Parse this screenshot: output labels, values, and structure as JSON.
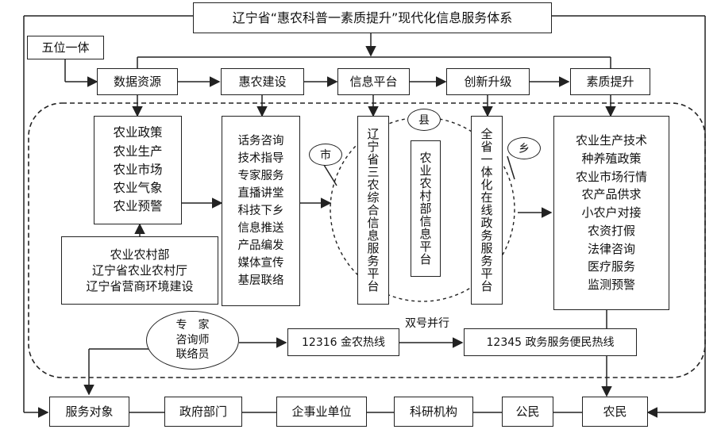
{
  "title": "辽宁省“惠农科普一素质提升”现代化信息服务体系",
  "five_in_one": "五位一体",
  "stages": [
    "数据资源",
    "惠农建设",
    "信息平台",
    "创新升级",
    "素质提升"
  ],
  "data_resources": [
    "农业政策",
    "农业生产",
    "农业市场",
    "农业气象",
    "农业预警"
  ],
  "sources": [
    "农业农村部",
    "辽宁省农业农村厅",
    "辽宁省营商环境建设"
  ],
  "construction_items": [
    "话务咨询",
    "技术指导",
    "专家服务",
    "直播讲堂",
    "科技下乡",
    "信息推送",
    "产品编发",
    "媒体宣传",
    "基层联络"
  ],
  "levels": {
    "city": "市",
    "county": "县",
    "township": "乡"
  },
  "platforms": [
    "辽宁省三农综合信息服务平台",
    "农业农村部信息平台",
    "全省一体化在线政务服务平台"
  ],
  "quality_items": [
    "农业生产技术",
    "种养殖政策",
    "农业市场行情",
    "农产品供求",
    "小农户对接",
    "农资打假",
    "法律咨询",
    "医疗服务",
    "监测预警"
  ],
  "experts": [
    "专　家",
    "咨询师",
    "联络员"
  ],
  "dual_line_label": "双号并行",
  "hotlines": [
    "12316 金农热线",
    "12345 政务服务便民热线"
  ],
  "targets": [
    "服务对象",
    "政府部门",
    "企事业单位",
    "科研机构",
    "公民",
    "农民"
  ],
  "colors": {
    "line": "#222222",
    "background": "#ffffff"
  }
}
